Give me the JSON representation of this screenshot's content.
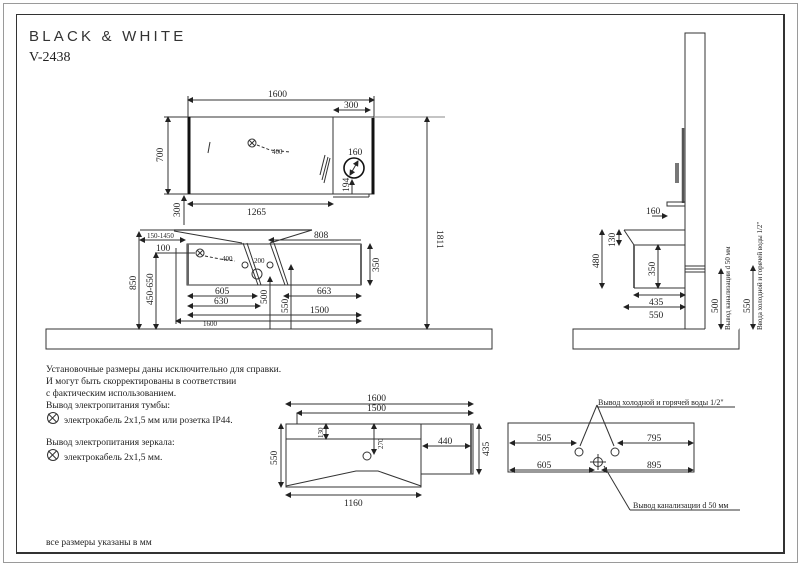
{
  "header": {
    "brand": "BLACK & WHITE",
    "model": "V-2438"
  },
  "front_view": {
    "mirror": {
      "width_total": "1600",
      "cabinet_width": "300",
      "height": "700",
      "width_glass": "1265",
      "lamp_diameter": "160",
      "lamp_offset": "194",
      "gap_to_vanity": "300",
      "wire_label": "400"
    },
    "vanity": {
      "mount_range": "150-1450",
      "offset_top": "100",
      "wire_label": "400",
      "spacing": "200",
      "top_width": "808",
      "height": "350",
      "dim_605": "605",
      "dim_630": "630",
      "dim_663": "663",
      "dim_500": "500",
      "dim_550": "550",
      "width_1500": "1500",
      "width_1600": "1600",
      "height_850": "850",
      "height_range": "450-650"
    },
    "total_height": "1811"
  },
  "side_view": {
    "shelf_depth": "160",
    "top_thickness": "130",
    "total_height": "480",
    "body_height": "350",
    "body_depth": "435",
    "total_depth": "550",
    "drain_height": "500",
    "drain_label": "Вывод канализации d 50 мм",
    "water_height": "550",
    "water_label": "Ввода холодной и горячей воды 1/2\""
  },
  "notes": {
    "lines": [
      "Установочные размеры даны исключительно для справки.",
      "И могут быть скорректированы в соответствии",
      "с фактическим использованием.",
      "Вывод электропитания тумбы:"
    ],
    "vanity_power": "электрокабель 2x1,5 мм или розетка IP44.",
    "mirror_power_title": "Вывод электропитания зеркала:",
    "mirror_power": "электрокабель 2x1,5 мм.",
    "footer": "все размеры указаны в мм"
  },
  "top_view": {
    "width_total": "1600",
    "width_inner": "1500",
    "depth": "550",
    "rim": "130",
    "drain_offset": "270",
    "shelf_width": "440",
    "shelf_depth": "435",
    "bottom_width": "1160"
  },
  "wall_view": {
    "water_label": "Вывод холодной и горячей воды 1/2\"",
    "cold_left": "505",
    "hot_right": "795",
    "drain_left": "605",
    "drain_right": "895",
    "drain_label": "Вывод канализации d 50 мм"
  }
}
